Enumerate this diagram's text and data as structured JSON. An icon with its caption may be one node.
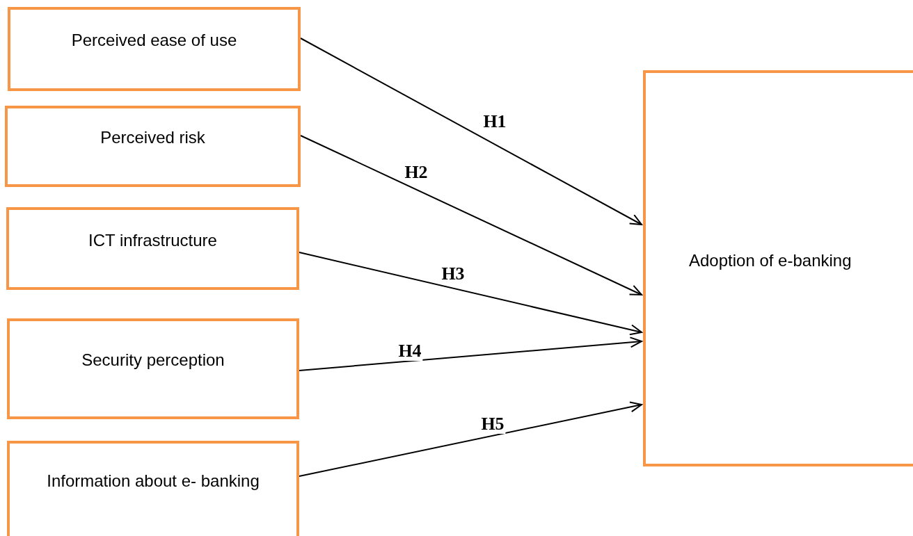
{
  "diagram": {
    "nodes": [
      {
        "text": [
          "Perceived ease of use"
        ]
      },
      {
        "text": [
          "Perceived risk"
        ]
      },
      {
        "text": [
          "ICT infrastructure"
        ]
      },
      {
        "text": [
          "Security perception"
        ]
      },
      {
        "text": [
          "Information about e- banking"
        ]
      },
      {
        "text": [
          "Adoption of e-banking"
        ]
      }
    ],
    "edges": [
      {
        "from": 0,
        "to": 5,
        "arrow": "to",
        "label": "H1"
      },
      {
        "from": 1,
        "to": 5,
        "arrow": "to",
        "label": "H2"
      },
      {
        "from": 2,
        "to": 5,
        "arrow": "to",
        "label": "H3"
      },
      {
        "from": 3,
        "to": 5,
        "arrow": "to",
        "label": "H4"
      },
      {
        "from": 4,
        "to": 5,
        "arrow": "to",
        "label": "H5"
      }
    ]
  }
}
